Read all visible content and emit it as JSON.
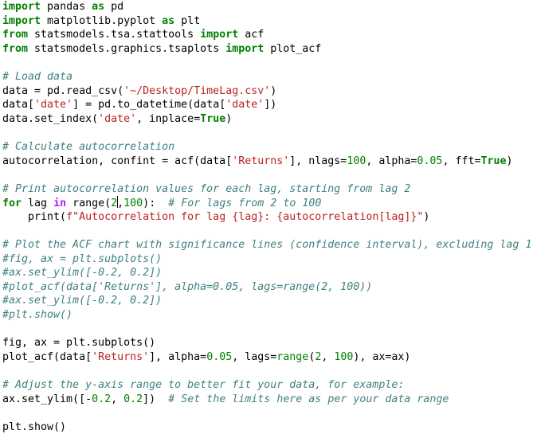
{
  "code_lines": [
    [
      {
        "t": "import",
        "c": "kw"
      },
      {
        "t": " pandas "
      },
      {
        "t": "as",
        "c": "kw"
      },
      {
        "t": " pd"
      }
    ],
    [
      {
        "t": "import",
        "c": "kw"
      },
      {
        "t": " matplotlib.pyplot "
      },
      {
        "t": "as",
        "c": "kw"
      },
      {
        "t": " plt"
      }
    ],
    [
      {
        "t": "from",
        "c": "kw"
      },
      {
        "t": " statsmodels.tsa.stattools "
      },
      {
        "t": "import",
        "c": "kw"
      },
      {
        "t": " acf"
      }
    ],
    [
      {
        "t": "from",
        "c": "kw"
      },
      {
        "t": " statsmodels.graphics.tsaplots "
      },
      {
        "t": "import",
        "c": "kw"
      },
      {
        "t": " plot_acf"
      }
    ],
    [],
    [
      {
        "t": "# Load data",
        "c": "cmt"
      }
    ],
    [
      {
        "t": "data = pd.read_csv("
      },
      {
        "t": "'~/Desktop/TimeLag.csv'",
        "c": "str"
      },
      {
        "t": ")"
      }
    ],
    [
      {
        "t": "data["
      },
      {
        "t": "'date'",
        "c": "str"
      },
      {
        "t": "] = pd.to_datetime(data["
      },
      {
        "t": "'date'",
        "c": "str"
      },
      {
        "t": "])"
      }
    ],
    [
      {
        "t": "data.set_index("
      },
      {
        "t": "'date'",
        "c": "str"
      },
      {
        "t": ", inplace="
      },
      {
        "t": "True",
        "c": "kw"
      },
      {
        "t": ")"
      }
    ],
    [],
    [
      {
        "t": "# Calculate autocorrelation",
        "c": "cmt"
      }
    ],
    [
      {
        "t": "autocorrelation, confint = acf(data["
      },
      {
        "t": "'Returns'",
        "c": "str"
      },
      {
        "t": "], nlags="
      },
      {
        "t": "100",
        "c": "num"
      },
      {
        "t": ", alpha="
      },
      {
        "t": "0.05",
        "c": "num"
      },
      {
        "t": ", fft="
      },
      {
        "t": "True",
        "c": "kw"
      },
      {
        "t": ")"
      }
    ],
    [],
    [
      {
        "t": "# Print autocorrelation values for each lag, starting from lag 2",
        "c": "cmt"
      }
    ],
    [
      {
        "t": "for",
        "c": "kw"
      },
      {
        "t": " lag "
      },
      {
        "t": "in",
        "c": "op"
      },
      {
        "t": " range("
      },
      {
        "t": "2",
        "c": "num"
      },
      {
        "t": "",
        "c": "cursor"
      },
      {
        "t": ","
      },
      {
        "t": "100",
        "c": "num"
      },
      {
        "t": "):  "
      },
      {
        "t": "# For lags from 2 to 100",
        "c": "cmt"
      }
    ],
    [
      {
        "t": "    print("
      },
      {
        "t": "f\"Autocorrelation for lag ",
        "c": "str"
      },
      {
        "t": "{lag}",
        "c": "str"
      },
      {
        "t": ": ",
        "c": "str"
      },
      {
        "t": "{autocorrelation[lag]}",
        "c": "str"
      },
      {
        "t": "\"",
        "c": "str"
      },
      {
        "t": ")"
      }
    ],
    [],
    [
      {
        "t": "# Plot the ACF chart with significance lines (confidence interval), excluding lag 1",
        "c": "cmt"
      }
    ],
    [
      {
        "t": "#fig, ax = plt.subplots()",
        "c": "cmt"
      }
    ],
    [
      {
        "t": "#ax.set_ylim([-0.2, 0.2])",
        "c": "cmt"
      }
    ],
    [
      {
        "t": "#plot_acf(data['Returns'], alpha=0.05, lags=range(2, 100))",
        "c": "cmt"
      }
    ],
    [
      {
        "t": "#ax.set_ylim([-0.2, 0.2])",
        "c": "cmt"
      }
    ],
    [
      {
        "t": "#plt.show()",
        "c": "cmt"
      }
    ],
    [],
    [
      {
        "t": "fig, ax = plt.subplots()"
      }
    ],
    [
      {
        "t": "plot_acf(data["
      },
      {
        "t": "'Returns'",
        "c": "str"
      },
      {
        "t": "], alpha="
      },
      {
        "t": "0.05",
        "c": "num"
      },
      {
        "t": ", lags="
      },
      {
        "t": "range",
        "c": "num"
      },
      {
        "t": "("
      },
      {
        "t": "2",
        "c": "num"
      },
      {
        "t": ", "
      },
      {
        "t": "100",
        "c": "num"
      },
      {
        "t": "), ax=ax)"
      }
    ],
    [],
    [
      {
        "t": "# Adjust the y-axis range to better fit your data, for example:",
        "c": "cmt"
      }
    ],
    [
      {
        "t": "ax.set_ylim([-"
      },
      {
        "t": "0.2",
        "c": "num"
      },
      {
        "t": ", "
      },
      {
        "t": "0.2",
        "c": "num"
      },
      {
        "t": "])  "
      },
      {
        "t": "# Set the limits here as per your data range",
        "c": "cmt"
      }
    ],
    [],
    [
      {
        "t": "plt.show()"
      }
    ]
  ]
}
